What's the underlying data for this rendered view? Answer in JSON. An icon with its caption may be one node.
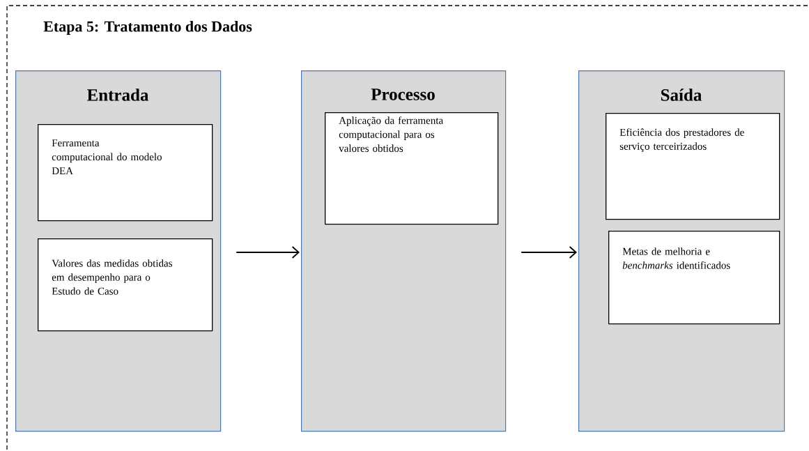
{
  "diagram": {
    "title": "Etapa 5: Tratamento dos Dados",
    "nodes": [
      {
        "text": [
          "Entrada"
        ]
      },
      {
        "text": [
          "Ferramenta computacional do modelo DEA"
        ],
        "in": 0
      },
      {
        "text": [
          "Valores das medidas obtidas em desempenho para o Estudo de Caso"
        ],
        "in": 0
      },
      {
        "text": [
          "Processo"
        ]
      },
      {
        "text": [
          "Aplicação da ferramenta computacional para os valores obtidos"
        ],
        "in": 3
      },
      {
        "text": [
          "Saída"
        ]
      },
      {
        "text": [
          "Eficiência dos prestadores de serviço terceirizados"
        ],
        "in": 5
      },
      {
        "text": [
          "Metas de melhoria e *benchmarks* identificados"
        ],
        "in": 5
      }
    ],
    "edges": [
      {
        "from": 0,
        "to": 3,
        "arrow": "to"
      },
      {
        "from": 3,
        "to": 5,
        "arrow": "to"
      }
    ]
  }
}
